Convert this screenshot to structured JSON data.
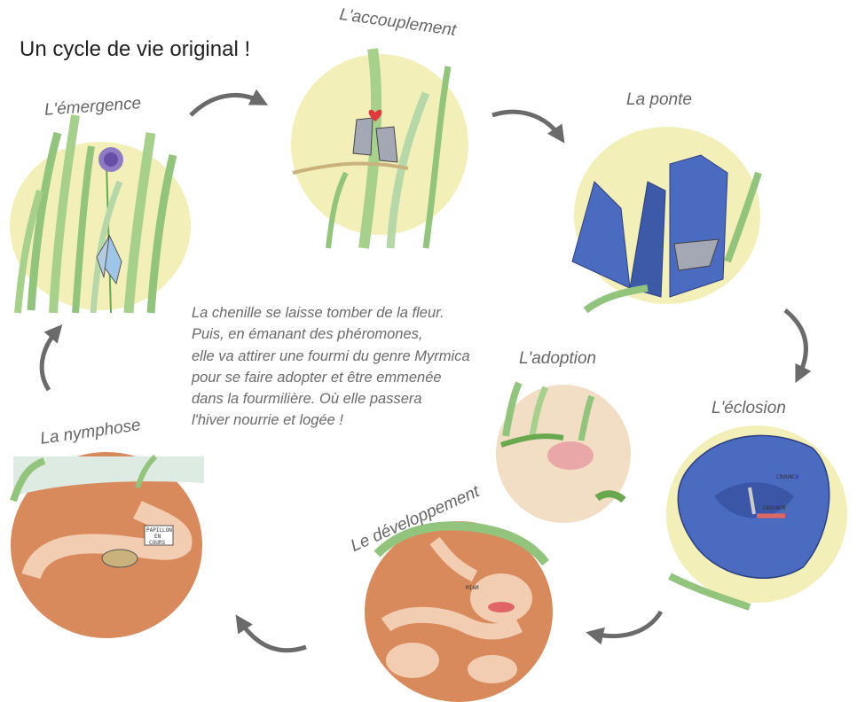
{
  "title": "Un cycle de vie original !",
  "stages": {
    "emergence": "L'émergence",
    "accouplement": "L'accouplement",
    "ponte": "La ponte",
    "eclosion": "L'éclosion",
    "developpement": "Le développement",
    "nymphose": "La nymphose",
    "adoption": "L'adoption"
  },
  "description": [
    "La chenille se laisse tomber de la fleur.",
    "Puis, en émanant des phéromones,",
    "elle va attirer une fourmi du genre Myrmica",
    "pour se faire adopter et être emmenée",
    "dans la fourmilière. Où elle passera",
    "l'hiver nourrie et logée !"
  ],
  "signs": {
    "nymphose_sign": [
      "PAPILLON",
      "EN",
      "COURS"
    ],
    "crounch": "CROUNCH",
    "miam": "MIAM"
  },
  "colors": {
    "pale_yellow": "#f3efb9",
    "grass": "#9cc98a",
    "gentian_blue": "#4a6bbf",
    "soil": "#d98a5c",
    "burrow": "#f2cdb1",
    "arrow": "#6b6b6b"
  }
}
